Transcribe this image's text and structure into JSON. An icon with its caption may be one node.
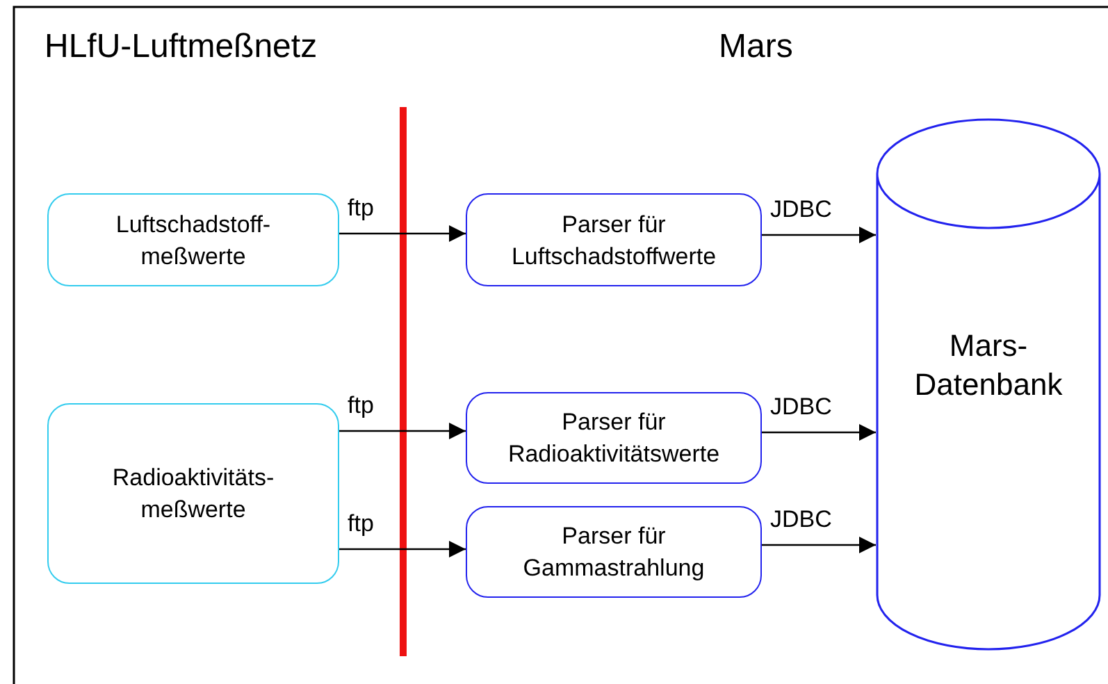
{
  "diagram": {
    "nodes": [
      {
        "text": [
          "Luftschadstoff- meßwerte"
        ]
      },
      {
        "text": [
          "Radioaktivitäts- meßwerte"
        ]
      },
      {
        "text": [
          "Parser für Luftschadstoffwerte"
        ]
      },
      {
        "text": [
          "Parser für Radioaktivitätswerte"
        ]
      },
      {
        "text": [
          "Parser für Gammastrahlung"
        ]
      },
      {
        "text": [
          "Mars- Datenbank"
        ]
      }
    ],
    "edges": [
      {
        "from": 0,
        "to": 2,
        "arrow": "to",
        "label": "ftp"
      },
      {
        "from": 1,
        "to": 3,
        "arrow": "to",
        "label": "ftp"
      },
      {
        "from": 1,
        "to": 4,
        "arrow": "to",
        "label": "ftp"
      },
      {
        "from": 2,
        "to": 5,
        "arrow": "to",
        "label": "JDBC"
      },
      {
        "from": 3,
        "to": 5,
        "arrow": "to",
        "label": "JDBC"
      },
      {
        "from": 4,
        "to": 5,
        "arrow": "to",
        "label": "JDBC"
      }
    ],
    "labels": [
      "HLfU-Luftmeßnetz",
      "Mars"
    ]
  }
}
